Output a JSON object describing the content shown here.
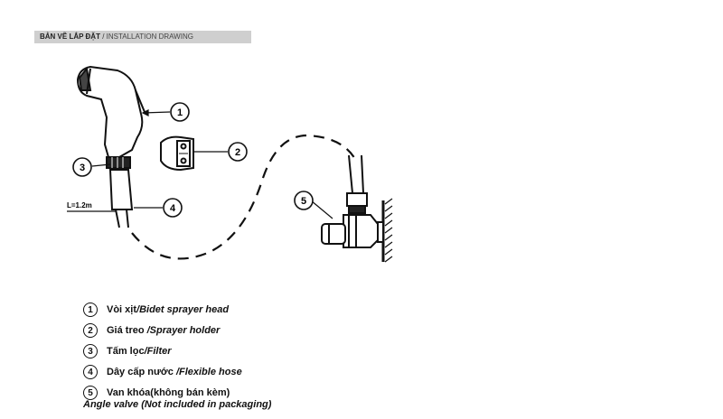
{
  "banner": {
    "vi": "BẢN VẼ LẮP ĐẶT",
    "sep": " / ",
    "en": "INSTALLATION DRAWING"
  },
  "diagram": {
    "length_label": "L=1.2m",
    "callouts": [
      "1",
      "2",
      "3",
      "4",
      "5"
    ]
  },
  "legend": [
    {
      "num": "1",
      "vi": "Vòi xịt",
      "en": "/Bidet sprayer head"
    },
    {
      "num": "2",
      "vi": "Giá treo ",
      "en": "/Sprayer holder"
    },
    {
      "num": "3",
      "vi": "Tấm lọc",
      "en": "/Filter"
    },
    {
      "num": "4",
      "vi": "Dây cấp nước ",
      "en": "/Flexible hose"
    },
    {
      "num": "5",
      "vi": "Van khóa(không bán kèm)",
      "en": "Angle valve (Not included in packaging)"
    }
  ]
}
